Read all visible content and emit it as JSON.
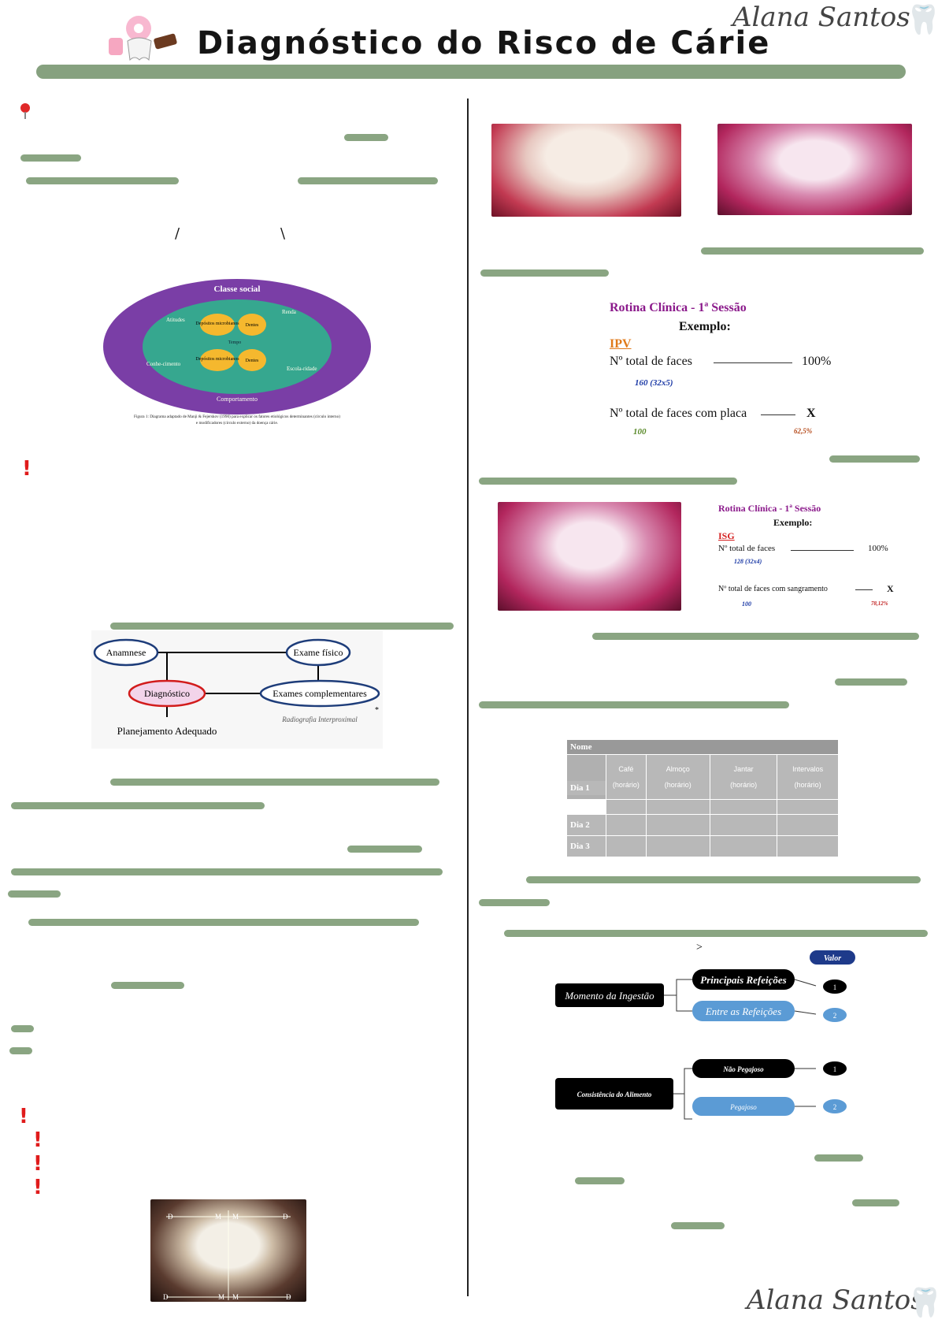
{
  "header": {
    "title": "Diagnóstico do Risco de Cárie",
    "signature": "Alana Santos"
  },
  "footer": {
    "signature": "Alana Santos"
  },
  "left": {
    "slashes": [
      "/",
      "\\"
    ],
    "diagram1": {
      "outer_top": "Classe social",
      "outer_labels": [
        "Atitudes",
        "Renda",
        "Conhe-cimento",
        "Escola-ridade",
        "Comportamento"
      ],
      "inner_labels": [
        "Depósitos microbianos",
        "Dentes",
        "Depósitos microbianos",
        "Dentes",
        "Tempo"
      ],
      "caption_line1": "Figura 1: Diagrama adaptado de Manji & Fejerskov (1990) para explicar os fatores etiológicos determinantes (círculo interno)",
      "caption_line2": "e modificadores (círculo externo) da doença cárie."
    },
    "diagram2": {
      "anamnese": "Anamnese",
      "exame_fisico": "Exame físico",
      "diagnostico": "Diagnóstico",
      "exames": "Exames complementares",
      "planejamento": "Planejamento Adequado",
      "handwritten": "Radiografia Interproximal",
      "star": "*"
    },
    "tooth_photo_labels": [
      "D",
      "M",
      "M",
      "D",
      "D",
      "M",
      "M",
      "D"
    ]
  },
  "right": {
    "ipv": {
      "title": "Rotina Clínica - 1ª Sessão",
      "example": "Exemplo:",
      "index": "IPV",
      "row1_label": "Nº total de faces",
      "row1_value": "100%",
      "row1_note": "160 (32x5)",
      "row2_label": "Nº total de faces com placa",
      "row2_value": "X",
      "row2_note": "100",
      "row2_result": "62,5%"
    },
    "isg": {
      "title": "Rotina Clínica - 1ª Sessão",
      "example": "Exemplo:",
      "index": "ISG",
      "row1_label": "Nº total de faces",
      "row1_value": "100%",
      "row1_note": "128 (32x4)",
      "row2_label": "Nº total de faces com sangramento",
      "row2_value": "X",
      "row2_note": "100",
      "row2_result": "78,12%"
    },
    "diet_table": {
      "name_header": "Nome",
      "columns": [
        {
          "label": "Café",
          "sub": "(horário)"
        },
        {
          "label": "Almoço",
          "sub": "(horário)"
        },
        {
          "label": "Jantar",
          "sub": "(horário)"
        },
        {
          "label": "Intervalos",
          "sub": "(horário)"
        }
      ],
      "rows": [
        "Dia 1",
        "Dia 2",
        "Dia 3"
      ]
    },
    "flow": {
      "gt": ">",
      "valor": "Valor",
      "momento": "Momento da Ingestão",
      "principais": "Principais Refeições",
      "entre": "Entre as Refeições",
      "consistencia": "Consistência do Alimento",
      "nao_pegajoso": "Não Pegajoso",
      "pegajoso": "Pegajoso",
      "v1": "1",
      "v2": "2",
      "v3": "1",
      "v4": "2"
    }
  },
  "colors": {
    "highlight": "#8aa582",
    "accent_purple": "#8b1a8b",
    "accent_orange": "#e07a1a",
    "accent_red": "#d42020"
  }
}
